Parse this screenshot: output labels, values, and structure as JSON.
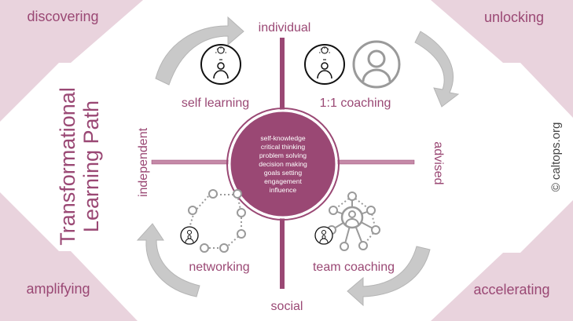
{
  "title": [
    "Transformational",
    "Learning Path"
  ],
  "corners": {
    "top_left": "discovering",
    "top_right": "unlocking",
    "bottom_left": "amplifying",
    "bottom_right": "accelerating"
  },
  "axes": {
    "top": "individual",
    "bottom": "social",
    "left": "independent",
    "right": "advised"
  },
  "quadrants": {
    "top_left": "self learning",
    "top_right": "1:1 coaching",
    "bottom_left": "networking",
    "bottom_right": "team coaching"
  },
  "center_items": [
    "self-knowledge",
    "critical thinking",
    "problem solving",
    "decision making",
    "goals setting",
    "engagement",
    "influence"
  ],
  "copyright": "© caltops.org",
  "colors": {
    "accent": "#9a4874",
    "corner_fill": "#e9d3dd",
    "arrow": "#c4c4c4",
    "icon_gray": "#9a9a9a"
  }
}
